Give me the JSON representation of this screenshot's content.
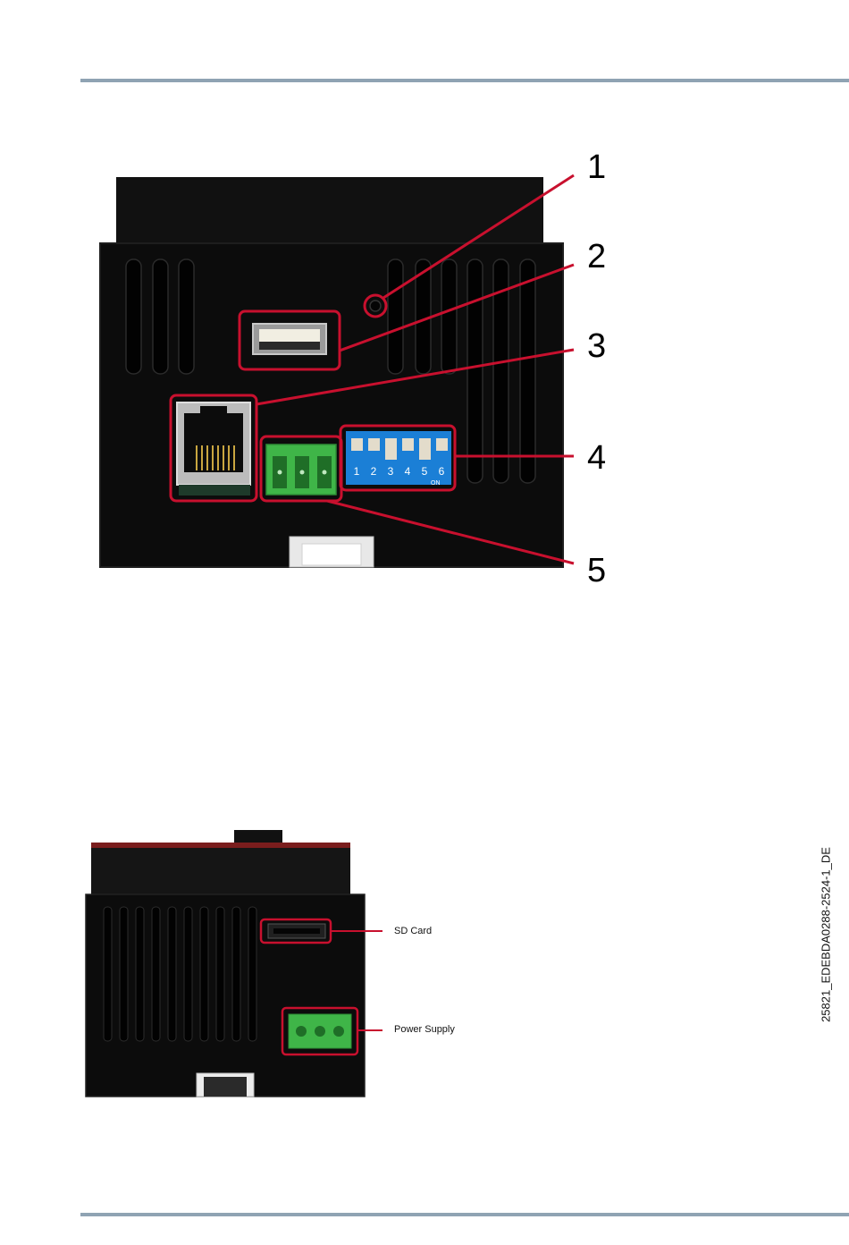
{
  "callouts": [
    "1",
    "2",
    "3",
    "4",
    "5"
  ],
  "dip_switch": {
    "numbers": [
      "1",
      "2",
      "3",
      "4",
      "5",
      "6"
    ],
    "on_label": "ON"
  },
  "labels": {
    "sd_card": "SD Card",
    "power_supply": "Power Supply"
  },
  "document_id": "25821_EDEBDA0288-2524-1_DE",
  "colors": {
    "callout_red": "#c8102e",
    "rule": "#8fa3b3",
    "housing": "#0c0c0c",
    "terminal_green": "#3fb548",
    "dip_blue": "#1b7fd6"
  }
}
